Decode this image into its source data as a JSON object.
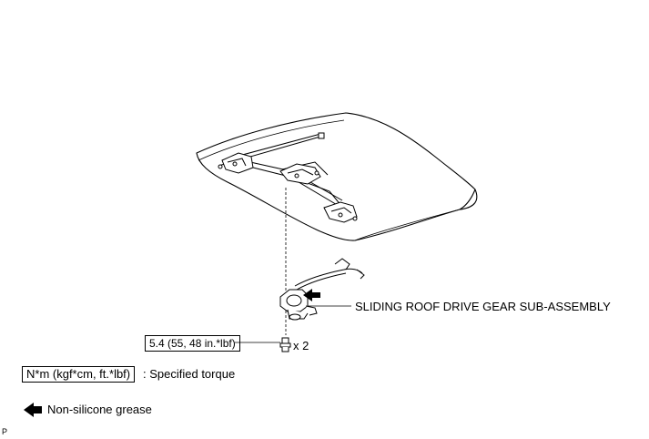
{
  "diagram": {
    "part_callout": "SLIDING ROOF DRIVE GEAR SUB-ASSEMBLY",
    "torque_value": "5.4 (55, 48 in.*lbf)",
    "bolt_quantity": "x 2"
  },
  "legend": {
    "torque_unit_box": "N*m (kgf*cm, ft.*lbf)",
    "torque_description": ": Specified torque",
    "grease_description": "Non-silicone grease"
  },
  "corner_mark": "P"
}
